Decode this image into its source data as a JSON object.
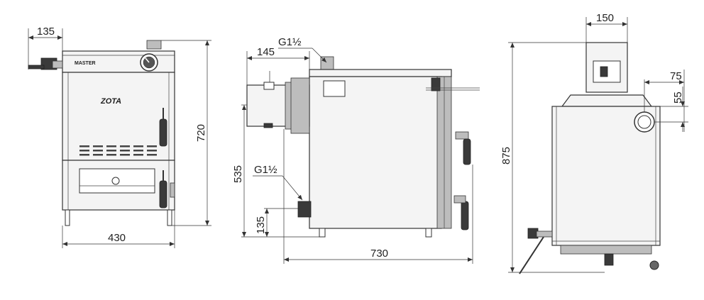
{
  "front_view": {
    "brand_label": "MASTER",
    "logo_text": "ZOTA",
    "dim_width": "430",
    "dim_height": "720",
    "dim_handle_offset": "135"
  },
  "side_view": {
    "dim_flue_offset": "145",
    "thread_top": "G1½",
    "thread_bottom": "G1½",
    "dim_inlet_height": "535",
    "dim_outlet_height": "135",
    "dim_depth": "730"
  },
  "back_view": {
    "dim_flue_width": "150",
    "dim_total_height": "875",
    "dim_inlet_offset": "75",
    "dim_inlet_vertical": "55"
  }
}
